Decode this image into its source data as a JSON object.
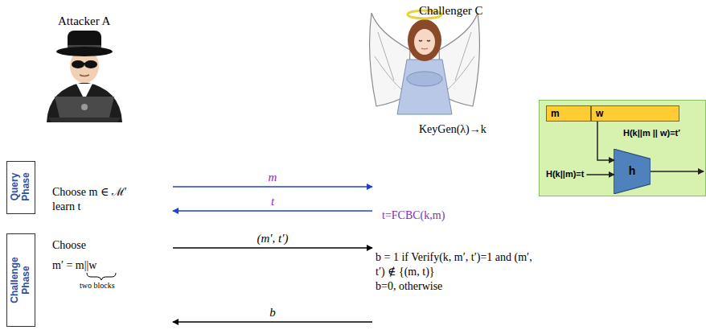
{
  "diagram": {
    "nodes": [
      {
        "text": [
          "Attacker A",
          "Choose m ∈ ℳ′ learn t",
          "Choose",
          "m′ = m||w",
          "two blocks"
        ]
      },
      {
        "text": [
          "Challenger C",
          "KeyGen(λ)→k",
          "t=FCBC(k,m)",
          "b = 1 if Verify(k, m′, t′)=1 and (m′, t′) ∉ {(m, t)}",
          "b=0, otherwise"
        ]
      },
      {
        "text": [
          "H(k||m || w)=t′",
          "H(k||m)=t"
        ]
      },
      {
        "text": [
          "m"
        ],
        "in": 2
      },
      {
        "text": [
          "w"
        ],
        "in": 2
      },
      {
        "text": [
          "h"
        ],
        "in": 2
      },
      {
        "text": [
          "Query Phase"
        ]
      },
      {
        "text": [
          "Challenge Phase"
        ]
      }
    ],
    "edges": [
      {
        "from": 0,
        "to": 1,
        "label": "m",
        "arrow": "to"
      },
      {
        "from": 1,
        "to": 0,
        "label": "t",
        "arrow": "to"
      },
      {
        "from": 0,
        "to": 1,
        "label": "(m′, t′)",
        "arrow": "to"
      },
      {
        "from": 1,
        "to": 0,
        "label": "b",
        "arrow": "to"
      },
      {
        "from": 4,
        "to": 5,
        "arrow": "to"
      }
    ]
  }
}
